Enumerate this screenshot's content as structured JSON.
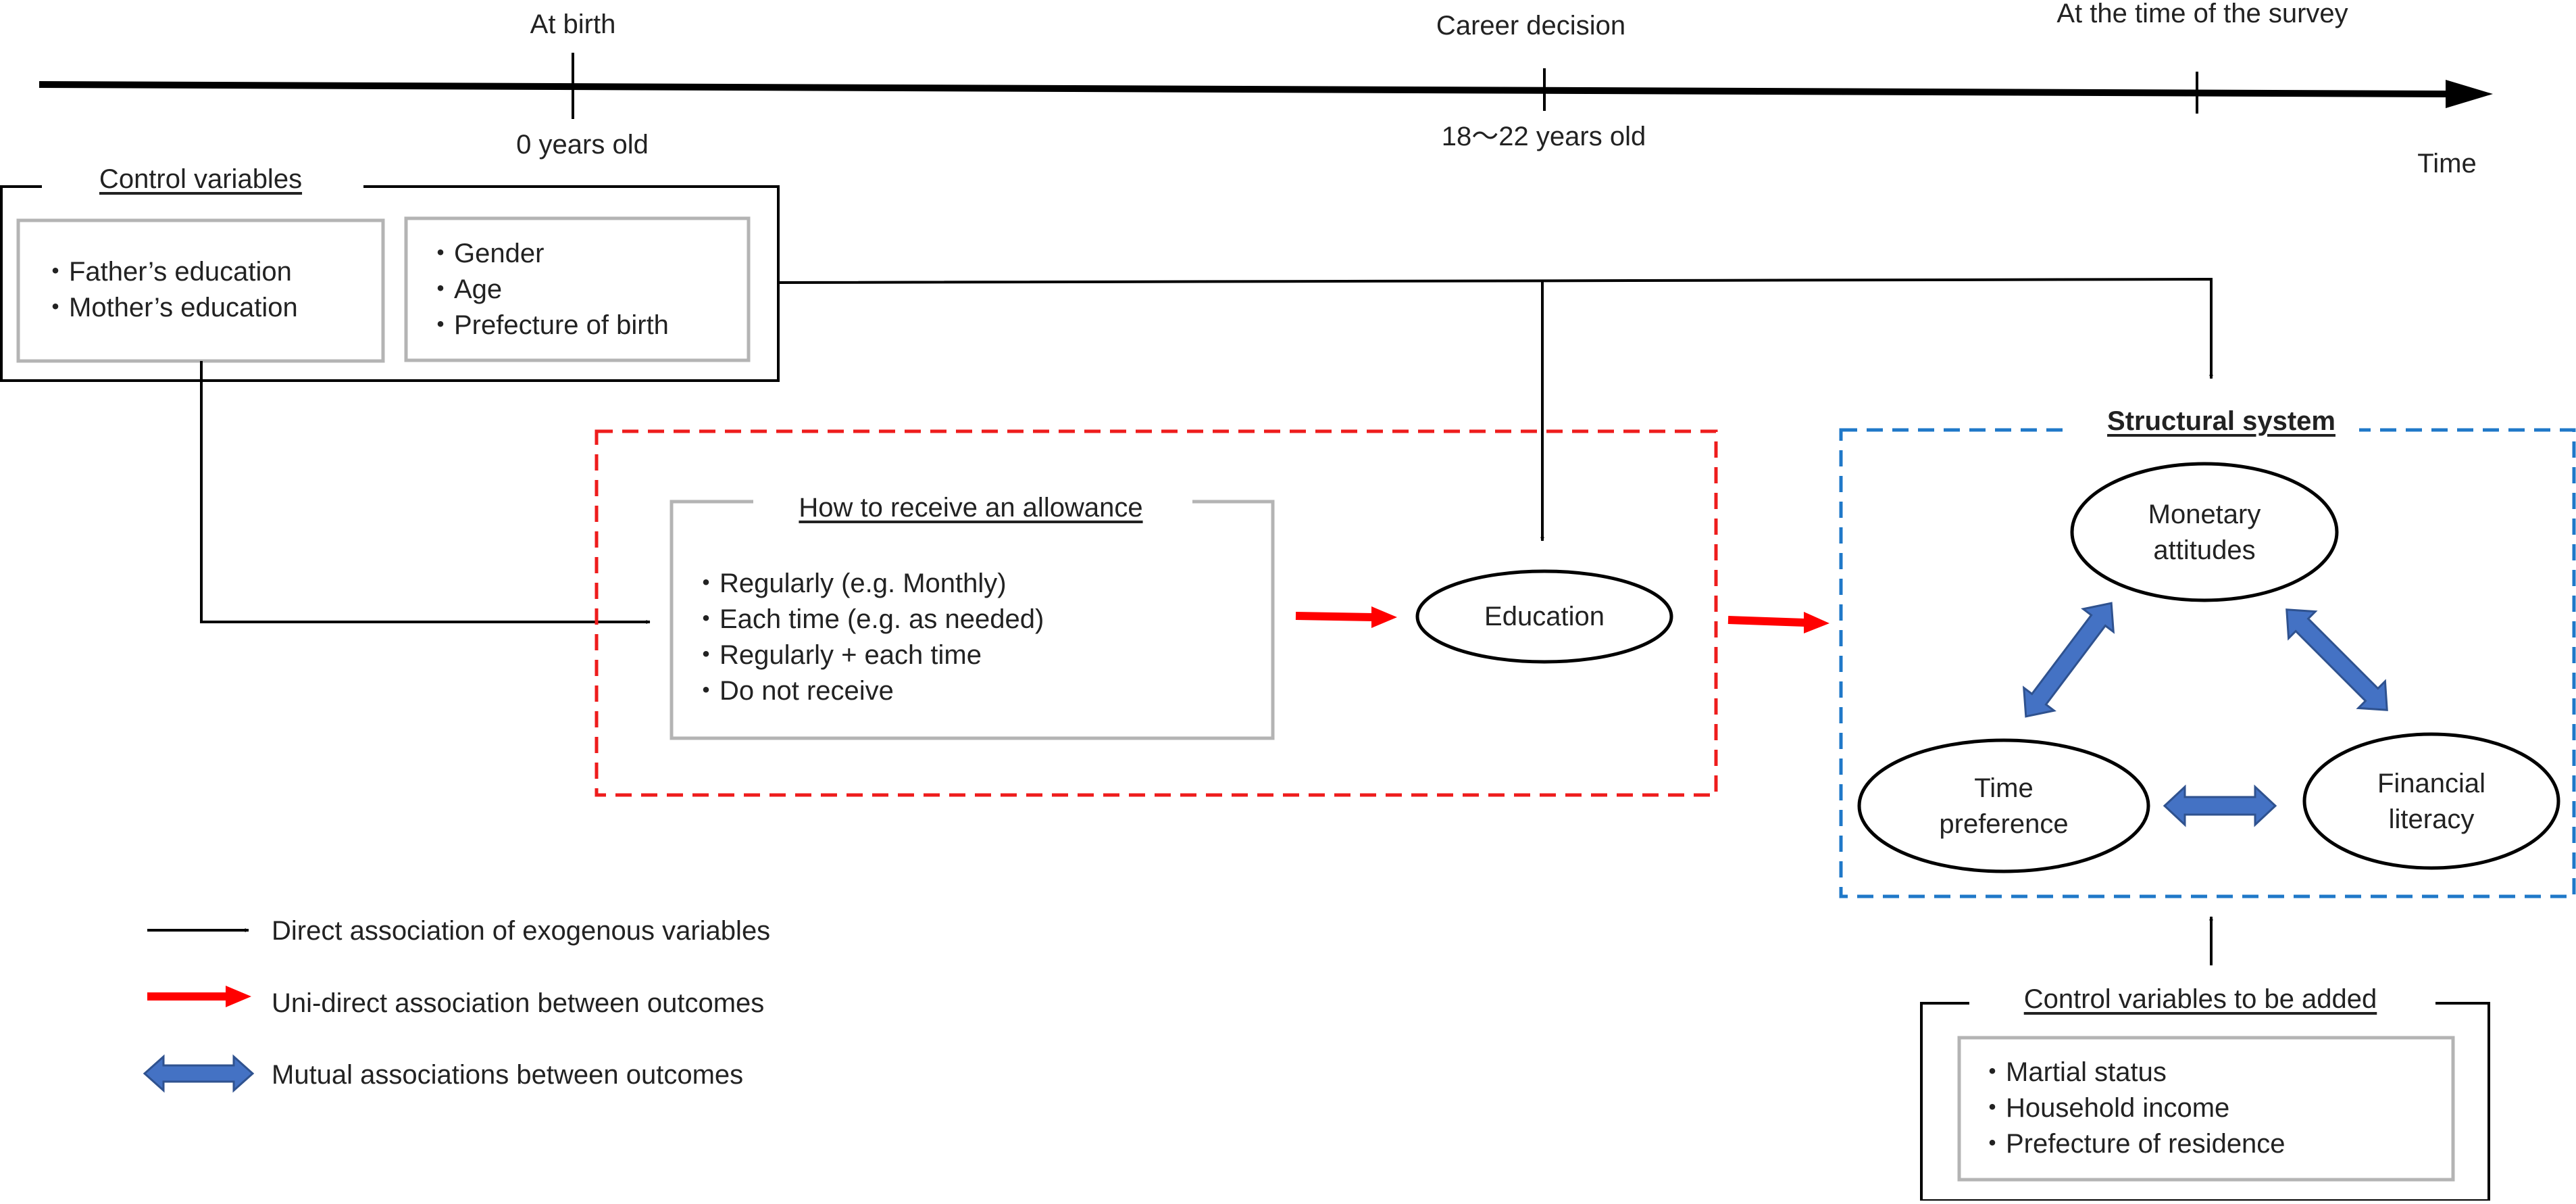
{
  "timeline": {
    "at_birth": "At birth",
    "age_zero": "0 years old",
    "career_decision": "Career decision",
    "career_age": "18〜22 years old",
    "survey": "At the time of the survey",
    "time": "Time"
  },
  "control_variables": {
    "title": "Control variables",
    "parent_items": [
      "・Father’s education",
      "・Mother’s education"
    ],
    "personal_items": [
      "・Gender",
      "・Age",
      "・Prefecture of birth"
    ]
  },
  "allowance": {
    "title": "How to receive an allowance ",
    "items": [
      "・Regularly (e.g. Monthly)",
      "・Each time (e.g. as needed)",
      "・Regularly + each time",
      "・Do not receive"
    ]
  },
  "education": {
    "label": "Education"
  },
  "structural_system": {
    "title": "Structural system",
    "monetary_attitudes": [
      "Monetary",
      "attitudes"
    ],
    "time_preference": [
      "Time",
      "preference"
    ],
    "financial_literacy": [
      "Financial",
      "literacy"
    ]
  },
  "added_controls": {
    "title": "Control variables to be added",
    "items": [
      "・Martial status",
      "・Household income",
      "・Prefecture of   residence"
    ]
  },
  "legend": {
    "direct": "Direct association of exogenous variables",
    "unidirect": "Uni-direct association between outcomes",
    "mutual": "Mutual associations between outcomes"
  },
  "colors": {
    "black_arrow": "#000000",
    "red_arrow": "#ff0000",
    "red_dashed_box": "#ee1c1c",
    "blue_dashed_box": "#1f78c8",
    "blue_double_arrow_fill": "#4472c4",
    "blue_double_arrow_stroke": "#2f528f",
    "inner_box_gray": "#b4b4b4"
  },
  "icons": {
    "direct": "black-arrow-icon",
    "unidirect": "red-arrow-icon",
    "mutual": "blue-double-arrow-icon"
  }
}
